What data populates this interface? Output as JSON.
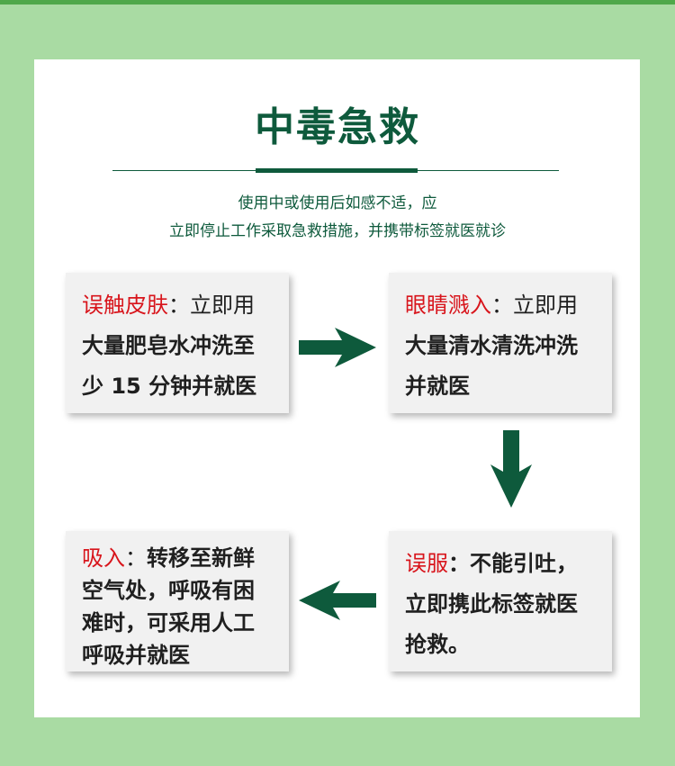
{
  "title": "中毒急救",
  "subtitle": {
    "line1": "使用中或使用后如感不适，应",
    "line2": "立即停止工作采取急救措施，并携带标签就医就诊"
  },
  "cards": [
    {
      "heading": "误触皮肤",
      "sep": "：",
      "lead": "立即用",
      "body1": "大量肥皂水冲洗至",
      "body2": "少 15 分钟并就医"
    },
    {
      "heading": "眼睛溅入",
      "sep": "：",
      "lead": "立即用",
      "body1": "大量清水清洗冲洗",
      "body2": "并就医"
    },
    {
      "heading": "误服",
      "sep": "：",
      "lead": "不能引吐，",
      "body1": "立即携此标签就医",
      "body2": "抢救。"
    },
    {
      "heading": "吸入",
      "sep": "：",
      "lead": "转移至新鲜",
      "body1": "空气处，呼吸有困",
      "body2": "难时，可采用人工",
      "body3": "呼吸并就医"
    }
  ],
  "colors": {
    "background": "#a9dba3",
    "accent": "#0e5a3c",
    "highlight": "#d8151c",
    "card": "#f1f1f1"
  }
}
